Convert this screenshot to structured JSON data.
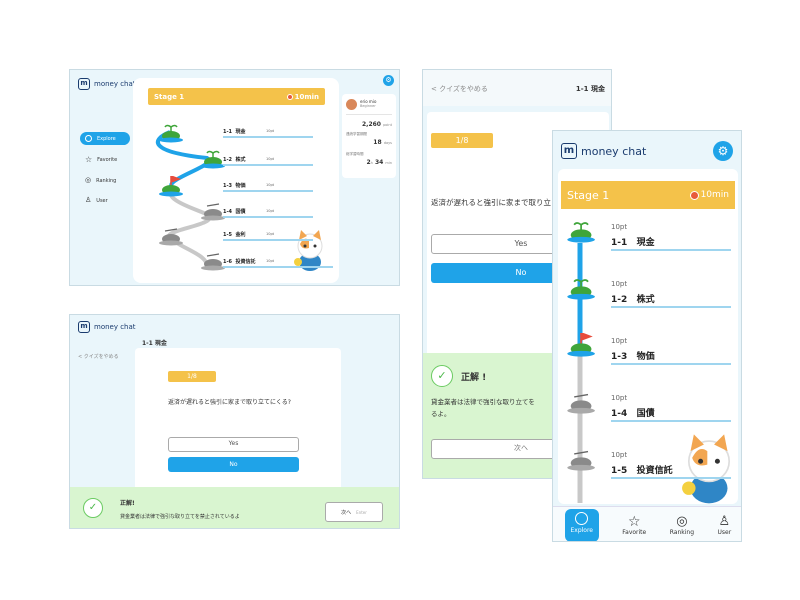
{
  "app": {
    "logo_mark": "m",
    "logo_text": "money chat"
  },
  "colors": {
    "accent": "#1fa3e8",
    "stage": "#f4c24a",
    "success_bg": "#d9f5d0",
    "path_done": "#1fa3e8",
    "path_locked": "#bbbbbb"
  },
  "sidebar": {
    "items": [
      {
        "label": "Explore",
        "icon": "compass-icon",
        "active": true
      },
      {
        "label": "Favorite",
        "icon": "star-icon",
        "active": false
      },
      {
        "label": "Ranking",
        "icon": "medal-icon",
        "active": false
      },
      {
        "label": "User",
        "icon": "user-icon",
        "active": false
      }
    ]
  },
  "stage": {
    "title": "Stage 1",
    "time": "10min"
  },
  "nodes": [
    {
      "id": "1-1",
      "name": "現金",
      "pt": "10pt",
      "state": "done"
    },
    {
      "id": "1-2",
      "name": "株式",
      "pt": "10pt",
      "state": "done"
    },
    {
      "id": "1-3",
      "name": "物価",
      "pt": "10pt",
      "state": "current"
    },
    {
      "id": "1-4",
      "name": "国債",
      "pt": "10pt",
      "state": "locked"
    },
    {
      "id": "1-5",
      "name": "金利",
      "pt": "10pt",
      "state": "locked"
    },
    {
      "id": "1-6",
      "name": "投資信託",
      "pt": "10pt",
      "state": "locked"
    }
  ],
  "mobile_nodes": [
    {
      "id": "1-1",
      "name": "現金",
      "pt": "10pt"
    },
    {
      "id": "1-2",
      "name": "株式",
      "pt": "10pt"
    },
    {
      "id": "1-3",
      "name": "物価",
      "pt": "10pt"
    },
    {
      "id": "1-4",
      "name": "国債",
      "pt": "10pt"
    },
    {
      "id": "1-5",
      "name": "投資信託",
      "pt": "10pt"
    }
  ],
  "profile": {
    "name": "erio mio",
    "sub": "Beginner",
    "points_value": "2,260",
    "points_unit": "point",
    "streak_label": "連続学習期間",
    "streak_value": "18",
    "streak_unit": "days",
    "total_label": "総学習時間",
    "total_h": "2",
    "total_h_unit": "h",
    "total_m": "34",
    "total_m_unit": "min"
  },
  "quiz": {
    "quit": "< クイズをやめる",
    "lesson": "1-1  現金",
    "progress": "1/8",
    "question": "返済が遅れると強引に家まで取り立てにくる?",
    "question_truncated": "返済が遅れると強引に家まで取り立",
    "yes": "Yes",
    "no": "No",
    "result_title": "正解!",
    "result_title_spaced": "正解 !",
    "explanation": "貸金業者は法律で強引な取り立てを禁止されているよ",
    "explanation_p1": "貸金業者は法律で強引な取り立てを",
    "explanation_p2": "るよ。",
    "next": "次へ",
    "next_hint": "Enter"
  }
}
